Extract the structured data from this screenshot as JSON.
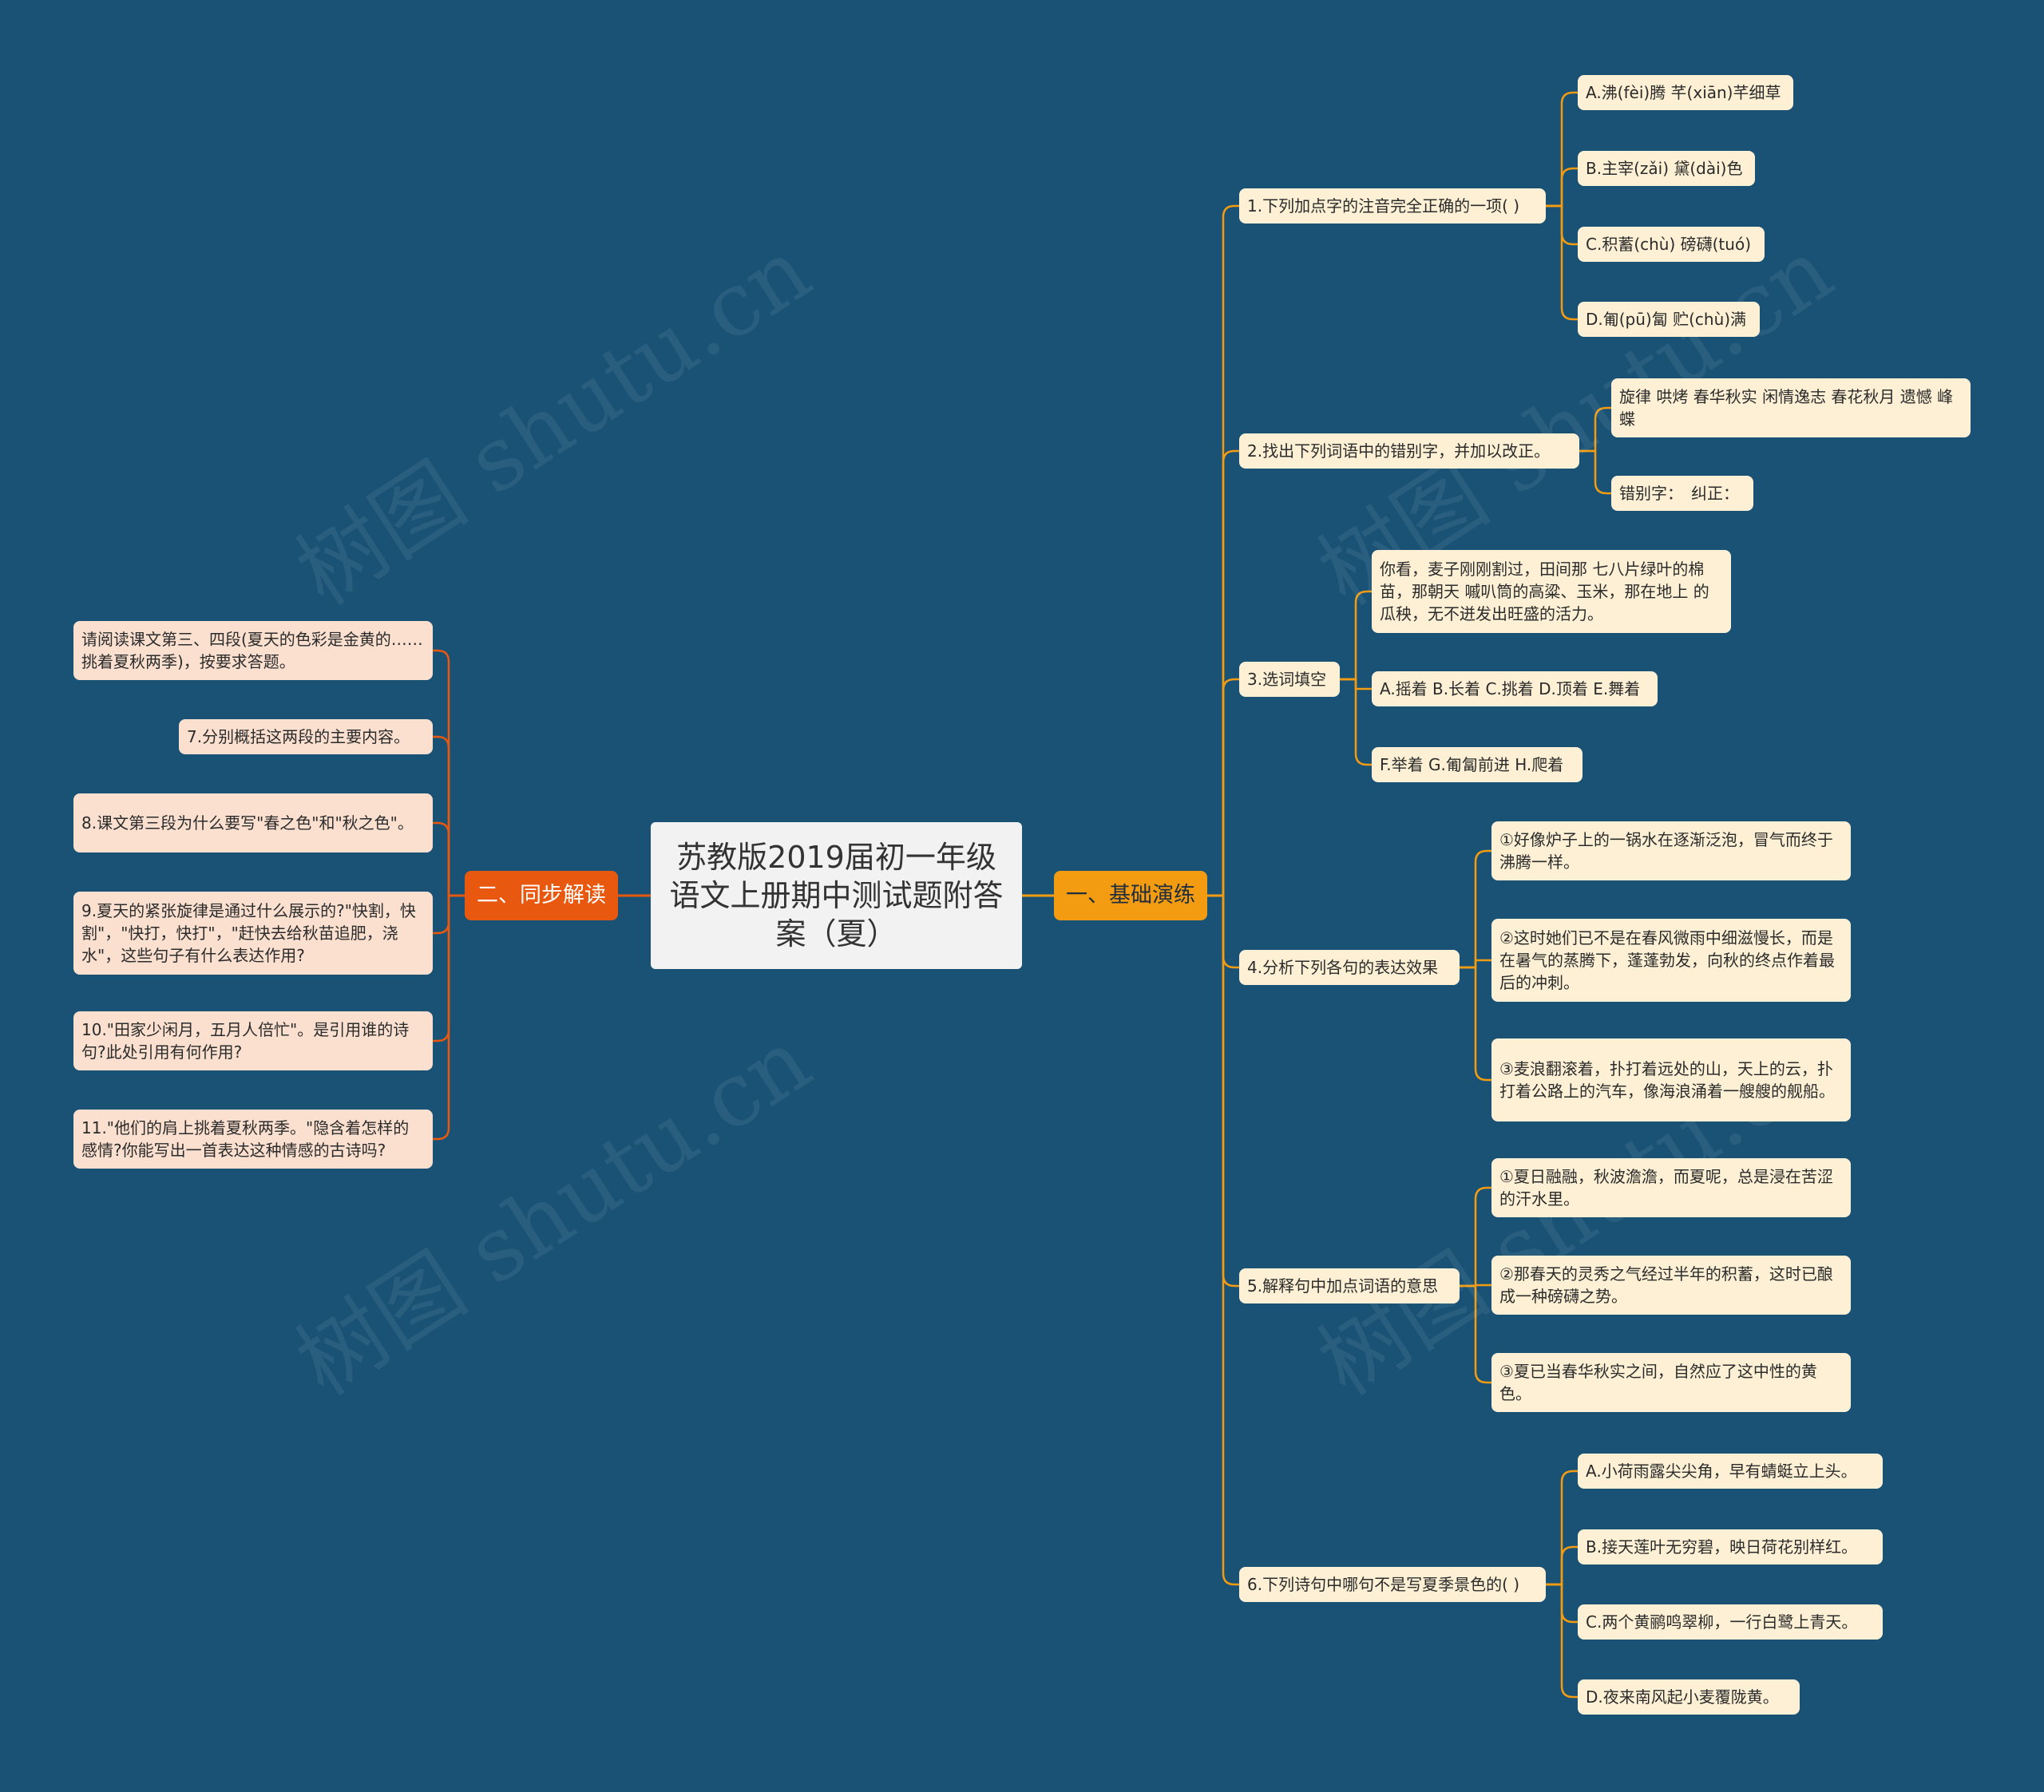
{
  "root": {
    "title": "苏教版2019届初一年级语文上册期中测试题附答案（夏）"
  },
  "branches": {
    "right": {
      "label": "一、基础演练",
      "color": "#f39c12",
      "items": [
        {
          "label": "1.下列加点字的注音完全正确的一项( )",
          "children": [
            "A.沸(fèi)腾 芊(xiān)芊细草",
            "B.主宰(zǎi) 黛(dài)色",
            "C.积蓄(chù) 磅礴(tuó)",
            "D.匍(pū)匐 贮(chù)满"
          ]
        },
        {
          "label": "2.找出下列词语中的错别字，并加以改正。",
          "children": [
            "旋律 哄烤 春华秋实 闲情逸志 春花秋月 遗憾 峰蝶",
            "错别字：　纠正："
          ]
        },
        {
          "label": "3.选词填空",
          "children": [
            "你看，麦子刚刚割过，田间那 七八片绿叶的棉苗，那朝天 嘁叭筒的高粱、玉米，那在地上 的瓜秧，无不迸发出旺盛的活力。",
            "A.摇着 B.长着 C.挑着 D.顶着 E.舞着",
            "F.举着 G.匍匐前进 H.爬着"
          ]
        },
        {
          "label": "4.分析下列各句的表达效果",
          "children": [
            "①好像炉子上的一锅水在逐渐泛泡，冒气而终于沸腾一样。",
            "②这时她们已不是在春风微雨中细滋慢长，而是在暑气的蒸腾下，蓬蓬勃发，向秋的终点作着最后的冲刺。",
            "③麦浪翻滚着，扑打着远处的山，天上的云，扑打着公路上的汽车，像海浪涌着一艘艘的舰船。"
          ]
        },
        {
          "label": "5.解释句中加点词语的意思",
          "children": [
            "①夏日融融，秋波澹澹，而夏呢，总是浸在苦涩的汗水里。",
            "②那春天的灵秀之气经过半年的积蓄，这时已酿成一种磅礴之势。",
            "③夏已当春华秋实之间，自然应了这中性的黄色。"
          ]
        },
        {
          "label": "6.下列诗句中哪句不是写夏季景色的( )",
          "children": [
            "A.小荷雨露尖尖角，早有蜻蜓立上头。",
            "B.接天莲叶无穷碧，映日荷花别样红。",
            "C.两个黄鹂鸣翠柳，一行白鹭上青天。",
            "D.夜来南风起小麦覆陇黄。"
          ]
        }
      ]
    },
    "left": {
      "label": "二、同步解读",
      "color": "#e8580e",
      "items": [
        "请阅读课文第三、四段(夏天的色彩是金黄的……挑着夏秋两季)，按要求答题。",
        "7.分别概括这两段的主要内容。",
        "8.课文第三段为什么要写\"春之色\"和\"秋之色\"。",
        "9.夏天的紧张旋律是通过什么展示的?\"快割，快割\"，\"快打，快打\"，\"赶快去给秋苗追肥，浇水\"，这些句子有什么表达作用?",
        "10.\"田家少闲月，五月人倍忙\"。是引用谁的诗句?此处引用有何作用?",
        "11.\"他们的肩上挑着夏秋两季。\"隐含着怎样的感情?你能写出一首表达这种情感的古诗吗?"
      ]
    }
  },
  "watermark": "树图 shutu.cn"
}
